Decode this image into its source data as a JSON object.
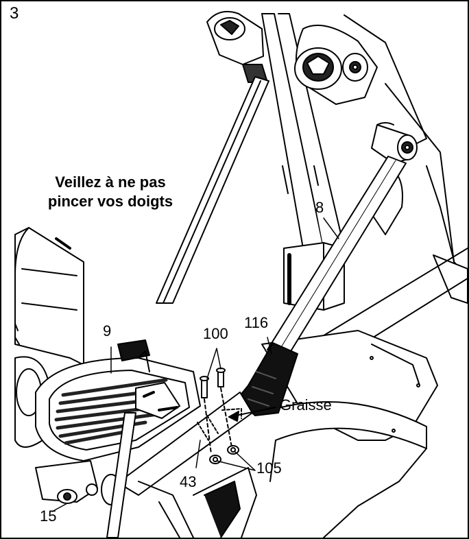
{
  "step": {
    "number": "3"
  },
  "warning": {
    "line1": "Veillez à ne pas",
    "line2": "pincer vos doigts"
  },
  "callouts": {
    "part_8": "8",
    "part_9": "9",
    "part_100": "100",
    "part_116": "116",
    "grease": "Graisse",
    "part_43": "43",
    "part_105": "105",
    "part_15": "15"
  }
}
